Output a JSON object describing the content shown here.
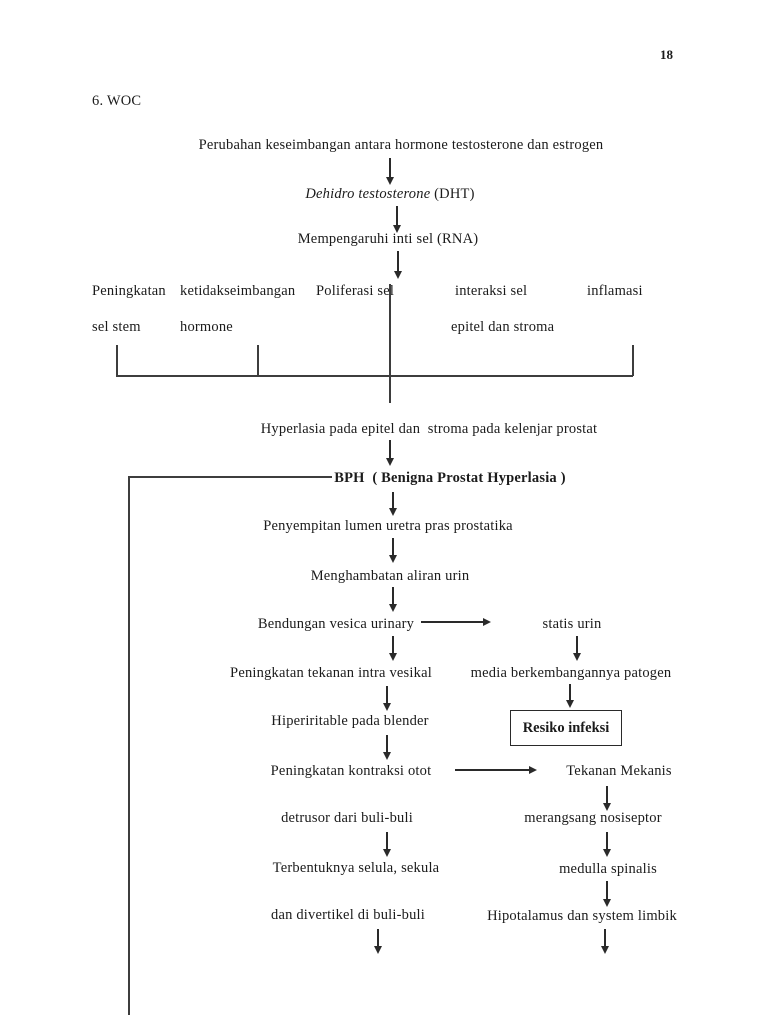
{
  "page": {
    "number": "18",
    "heading": "6. WOC"
  },
  "colors": {
    "text": "#1b1b1b",
    "line": "#3d3d3d",
    "background": "#ffffff"
  },
  "flowchart": {
    "top": {
      "perubahan": "Perubahan keseimbangan antara hormone testosterone dan estrogen",
      "dehidro_italic": "Dehidro testosterone",
      "dehidro_rest": " (DHT)",
      "mempengaruhi": "Mempengaruhi inti sel (RNA)"
    },
    "factors_row1": [
      "Peningkatan",
      "ketidakseimbangan",
      "Poliferasi sel",
      "interaksi sel",
      "inflamasi"
    ],
    "factors_row2": [
      "sel stem",
      "hormone",
      "epitel dan stroma"
    ],
    "nodes": {
      "hyperlasia": "Hyperlasia pada epitel dan  stroma pada kelenjar prostat",
      "bph": "BPH  ( Benigna Prostat Hyperlasia )",
      "penyempitan": "Penyempitan lumen uretra pras prostatika",
      "menghambatan": "Menghambatan aliran urin",
      "bendungan": "Bendungan vesica urinary",
      "statis_urin": "statis urin",
      "tekanan_intra": "Peningkatan tekanan intra vesikal",
      "media_patogen": "media berkembangannya patogen",
      "hiperiritable": "Hiperiritable pada blender",
      "resiko_infeksi": "Resiko infeksi",
      "kontraksi_otot": "Peningkatan kontraksi otot",
      "tekanan_mekanis": "Tekanan Mekanis",
      "detrusor": "detrusor dari buli-buli",
      "merangsang": "merangsang nosiseptor",
      "terbentuknya": "Terbentuknya selula, sekula",
      "medulla": "medulla spinalis",
      "divertikel": "dan divertikel di buli-buli",
      "hipotalamus": "Hipotalamus dan system limbik"
    }
  }
}
